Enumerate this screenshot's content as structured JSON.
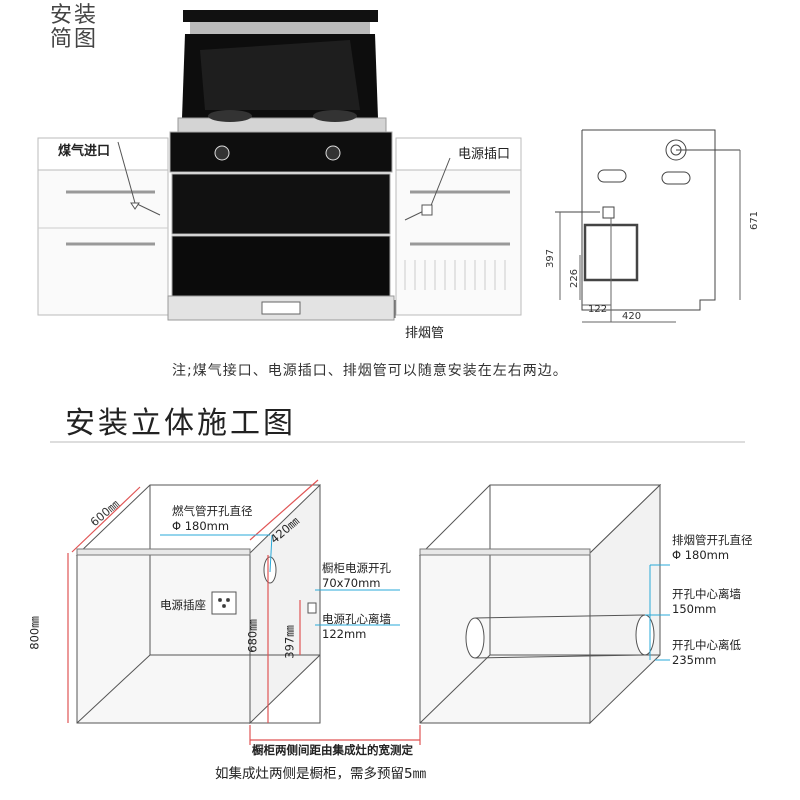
{
  "colors": {
    "accent_line": "#f2a0a0",
    "leader_line": "#29a9d8",
    "dim_line": "#e05555",
    "appliance_black": "#111111"
  },
  "top_section": {
    "title": "安装\n简图",
    "labels": {
      "gas_inlet": "煤气进口",
      "power_socket": "电源插口",
      "exhaust_pipe": "排烟管"
    },
    "side_view_dims": {
      "height_671": "671",
      "height_397": "397",
      "height_226": "226",
      "width_122": "122",
      "width_420": "420"
    },
    "note": "注;煤气接口、电源插口、排烟管可以随意安装在左右两边。"
  },
  "bottom_section": {
    "title": "安装立体施工图",
    "left": {
      "depth": "600㎜",
      "height": "800㎜",
      "gas_hole_title": "燃气管开孔直径",
      "gas_hole_diameter": "Φ 180mm",
      "dim_420": "420㎜",
      "cab_power_hole_title": "橱柜电源开孔",
      "cab_power_hole_size": "70x70mm",
      "power_socket": "电源插座",
      "dim_680": "680㎜",
      "dim_397": "397㎜",
      "power_hole_wall_title": "电源孔心离墙",
      "power_hole_wall_value": "122mm"
    },
    "right": {
      "exhaust_title": "排烟管开孔直径",
      "exhaust_diameter": "Φ 180mm",
      "center_wall_title": "开孔中心离墙",
      "center_wall_value": "150mm",
      "center_floor_title": "开孔中心离低",
      "center_floor_value": "235mm"
    },
    "width_note": "橱柜两侧间距由集成灶的宽测定",
    "bottom_note": "如集成灶两侧是橱柜，需多预留5㎜"
  }
}
